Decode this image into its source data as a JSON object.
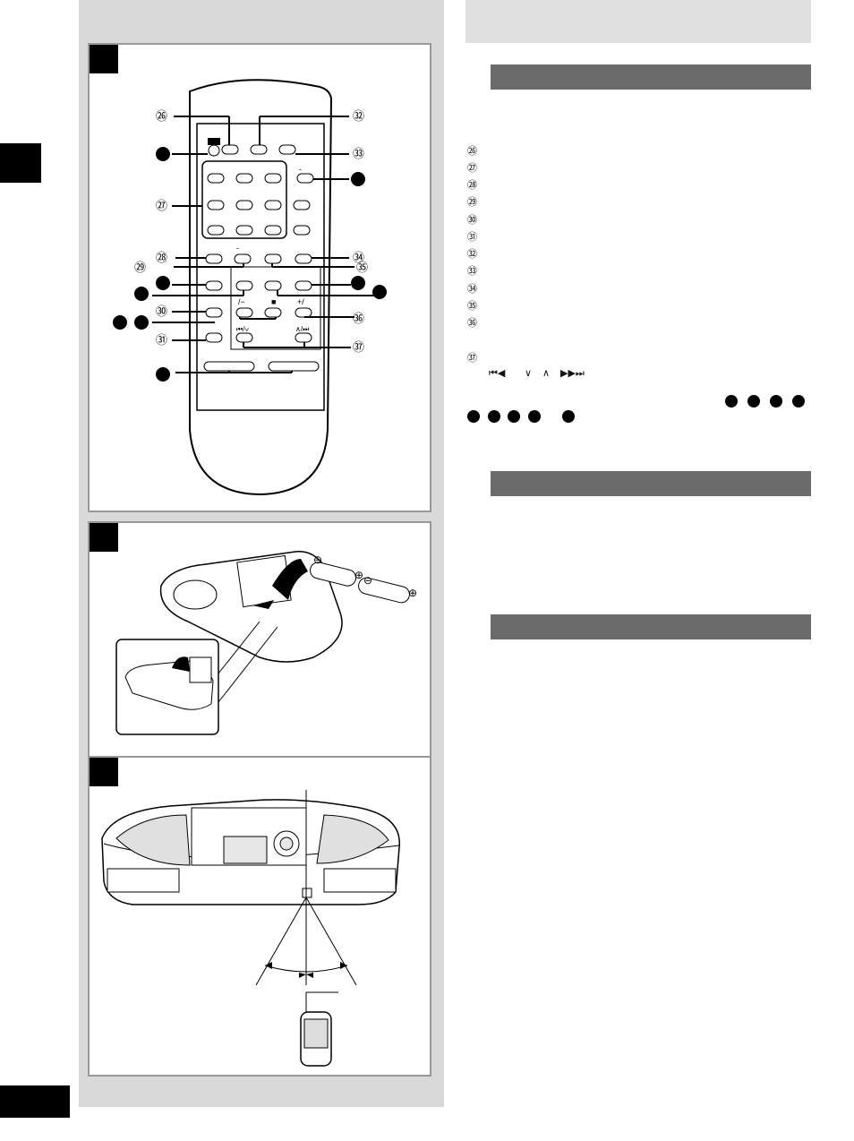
{
  "panel_a": {
    "callouts_left": [
      "㉖",
      "㉗",
      "㉘",
      "㉙",
      "㉚",
      "㉛"
    ],
    "callouts_right": [
      "㉜",
      "㉝",
      "㉞",
      "㉟",
      "㊱",
      "㊲"
    ],
    "button_glyphs": {
      "power": "⏻",
      "minus_top": "-",
      "minus_mid": "-",
      "down": "/−",
      "stop": "■",
      "up": "+/",
      "prev": "⏮/∨",
      "next": "∧/⏭"
    }
  },
  "operations": {
    "items": [
      "㉖",
      "㉗",
      "㉘",
      "㉙",
      "㉚",
      "㉛",
      "㉜",
      "㉝",
      "㉞",
      "㉟",
      "㊱",
      "㊲"
    ],
    "skip_symbols": [
      "⏮◀",
      "∨",
      "∧",
      "▶▶⏭"
    ]
  },
  "colors": {
    "column_gray": "#d9d9d9",
    "section_bar": "#6b6b6b",
    "header_gray": "#e0e0e0"
  }
}
